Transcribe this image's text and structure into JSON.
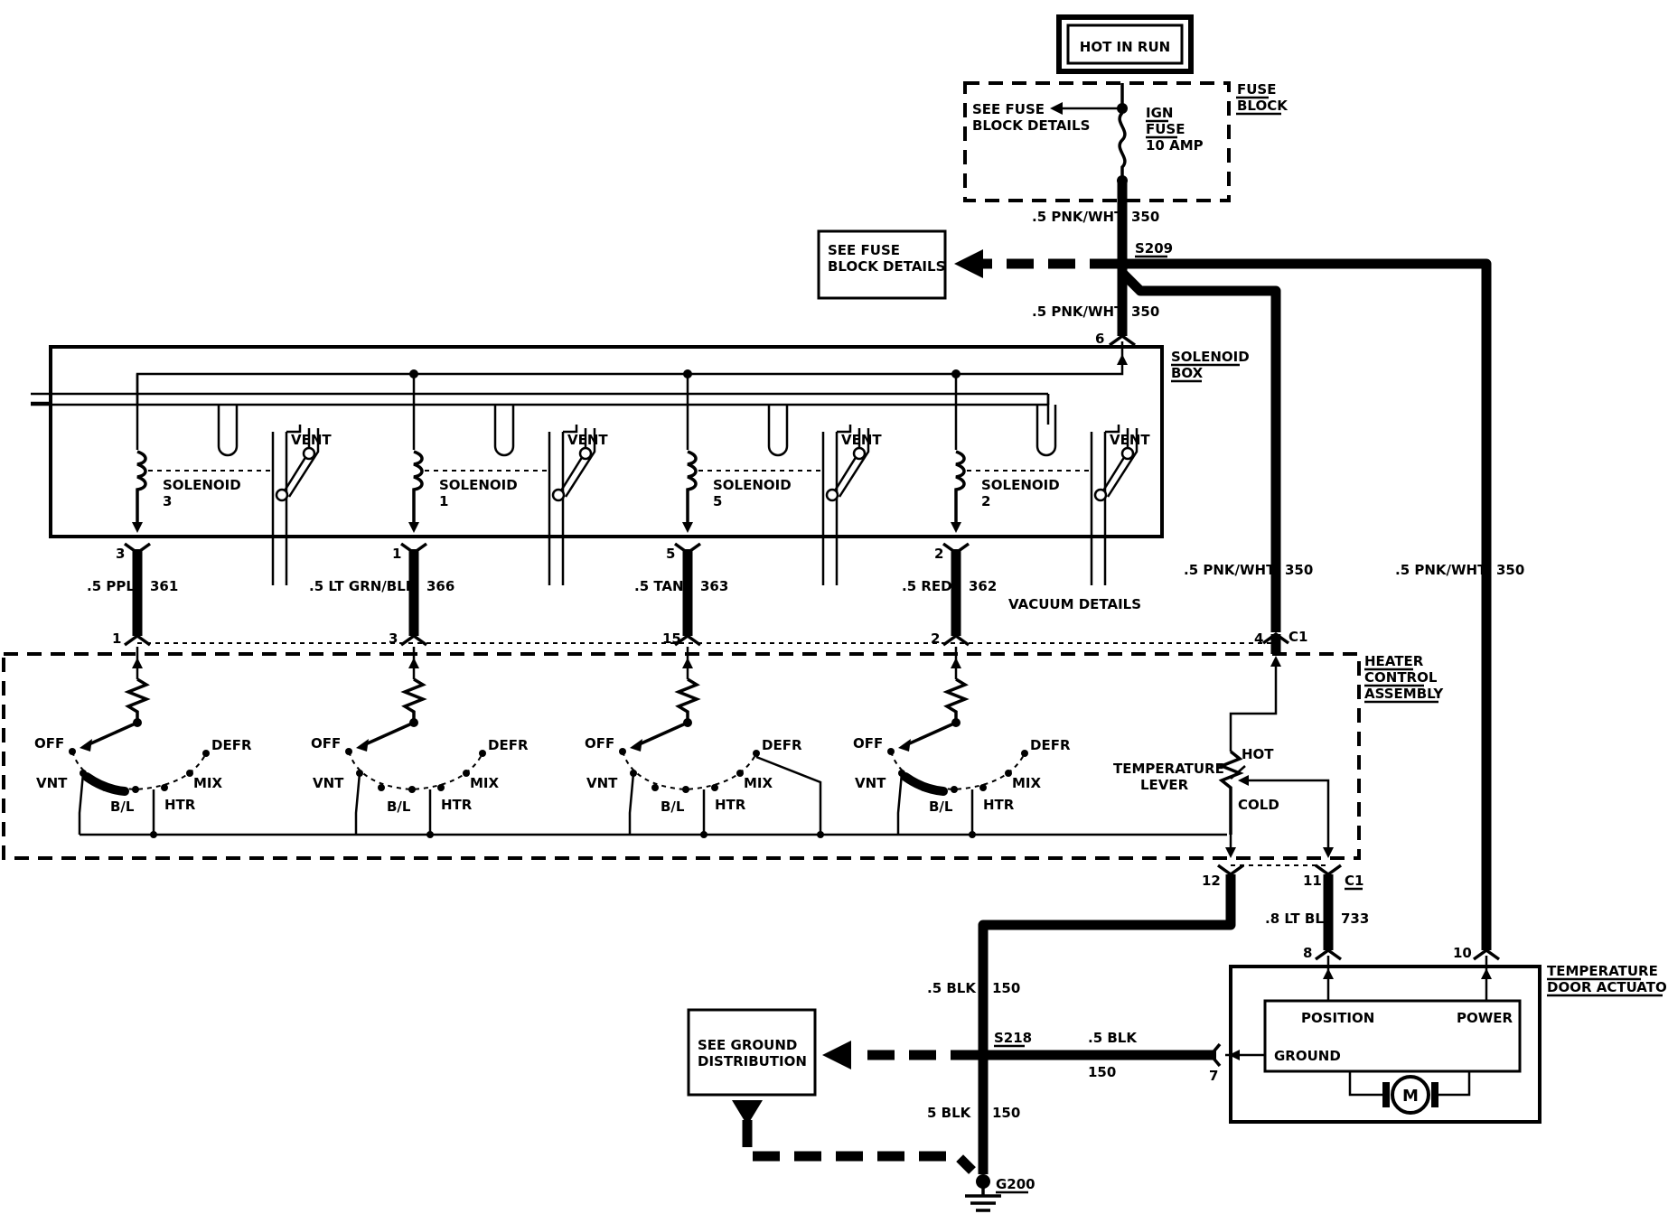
{
  "power": {
    "hot_in_run": "HOT IN RUN"
  },
  "fuse_block": {
    "label_line1": "FUSE",
    "label_line2": "BLOCK",
    "see_details_line1": "SEE FUSE",
    "see_details_line2": "BLOCK DETAILS",
    "fuse_line1": "IGN",
    "fuse_line2": "FUSE",
    "fuse_line3": "10 AMP"
  },
  "see_fuse_box": {
    "line1": "SEE FUSE",
    "line2": "BLOCK DETAILS"
  },
  "splices": {
    "s209": "S209",
    "s218": "S218",
    "g200": "G200"
  },
  "wires": {
    "w350_top_gauge": ".5 PNK/WHT",
    "w350_top_num": "350",
    "w350_mid_gauge": ".5 PNK/WHT",
    "w350_mid_num": "350",
    "w350_c1_gauge": ".5 PNK/WHT",
    "w350_c1_num": "350",
    "w350_act_gauge": ".5 PNK/WHT",
    "w350_act_num": "350",
    "w361_gauge": ".5 PPL",
    "w361_num": "361",
    "w366_gauge": ".5 LT GRN/BLK",
    "w366_num": "366",
    "w363_gauge": ".5 TAN",
    "w363_num": "363",
    "w362_gauge": ".5 RED",
    "w362_num": "362",
    "w733_gauge": ".8 LT BLU",
    "w733_num": "733",
    "w150_a_gauge": ".5 BLK",
    "w150_a_num": "150",
    "w150_b_gauge": ".5 BLK",
    "w150_b_num": "150",
    "w150_c_gauge": "5 BLK",
    "w150_c_num": "150"
  },
  "solenoid_box": {
    "label_line1": "SOLENOID",
    "label_line2": "BOX",
    "pin_top": "6",
    "solenoids": [
      {
        "name": "SOLENOID",
        "num": "3",
        "vent": "VENT",
        "pin": "3"
      },
      {
        "name": "SOLENOID",
        "num": "1",
        "vent": "VENT",
        "pin": "1"
      },
      {
        "name": "SOLENOID",
        "num": "5",
        "vent": "VENT",
        "pin": "5"
      },
      {
        "name": "SOLENOID",
        "num": "2",
        "vent": "VENT",
        "pin": "2"
      }
    ],
    "vacuum_details": "VACUUM DETAILS"
  },
  "heater_control": {
    "label_line1": "HEATER",
    "label_line2": "CONTROL",
    "label_line3": "ASSEMBLY",
    "connector": "C1",
    "pins_top": [
      "1",
      "3",
      "15",
      "2",
      "4"
    ],
    "pin_12": "12",
    "pin_11": "11",
    "connector_bottom": "C1",
    "switch_labels": {
      "off": "OFF",
      "defr": "DEFR",
      "vnt": "VNT",
      "mix": "MIX",
      "bl": "B/L",
      "htr": "HTR"
    },
    "temp_lever_line1": "TEMPERATURE",
    "temp_lever_line2": "LEVER",
    "hot": "HOT",
    "cold": "COLD"
  },
  "actuator": {
    "label_line1": "TEMPERATURE",
    "label_line2": "DOOR ACTUATOR",
    "position": "POSITION",
    "power": "POWER",
    "ground": "GROUND",
    "motor": "M",
    "pin_position": "8",
    "pin_power": "10",
    "pin_ground": "7"
  },
  "ground": {
    "line1": "SEE GROUND",
    "line2": "DISTRIBUTION"
  }
}
